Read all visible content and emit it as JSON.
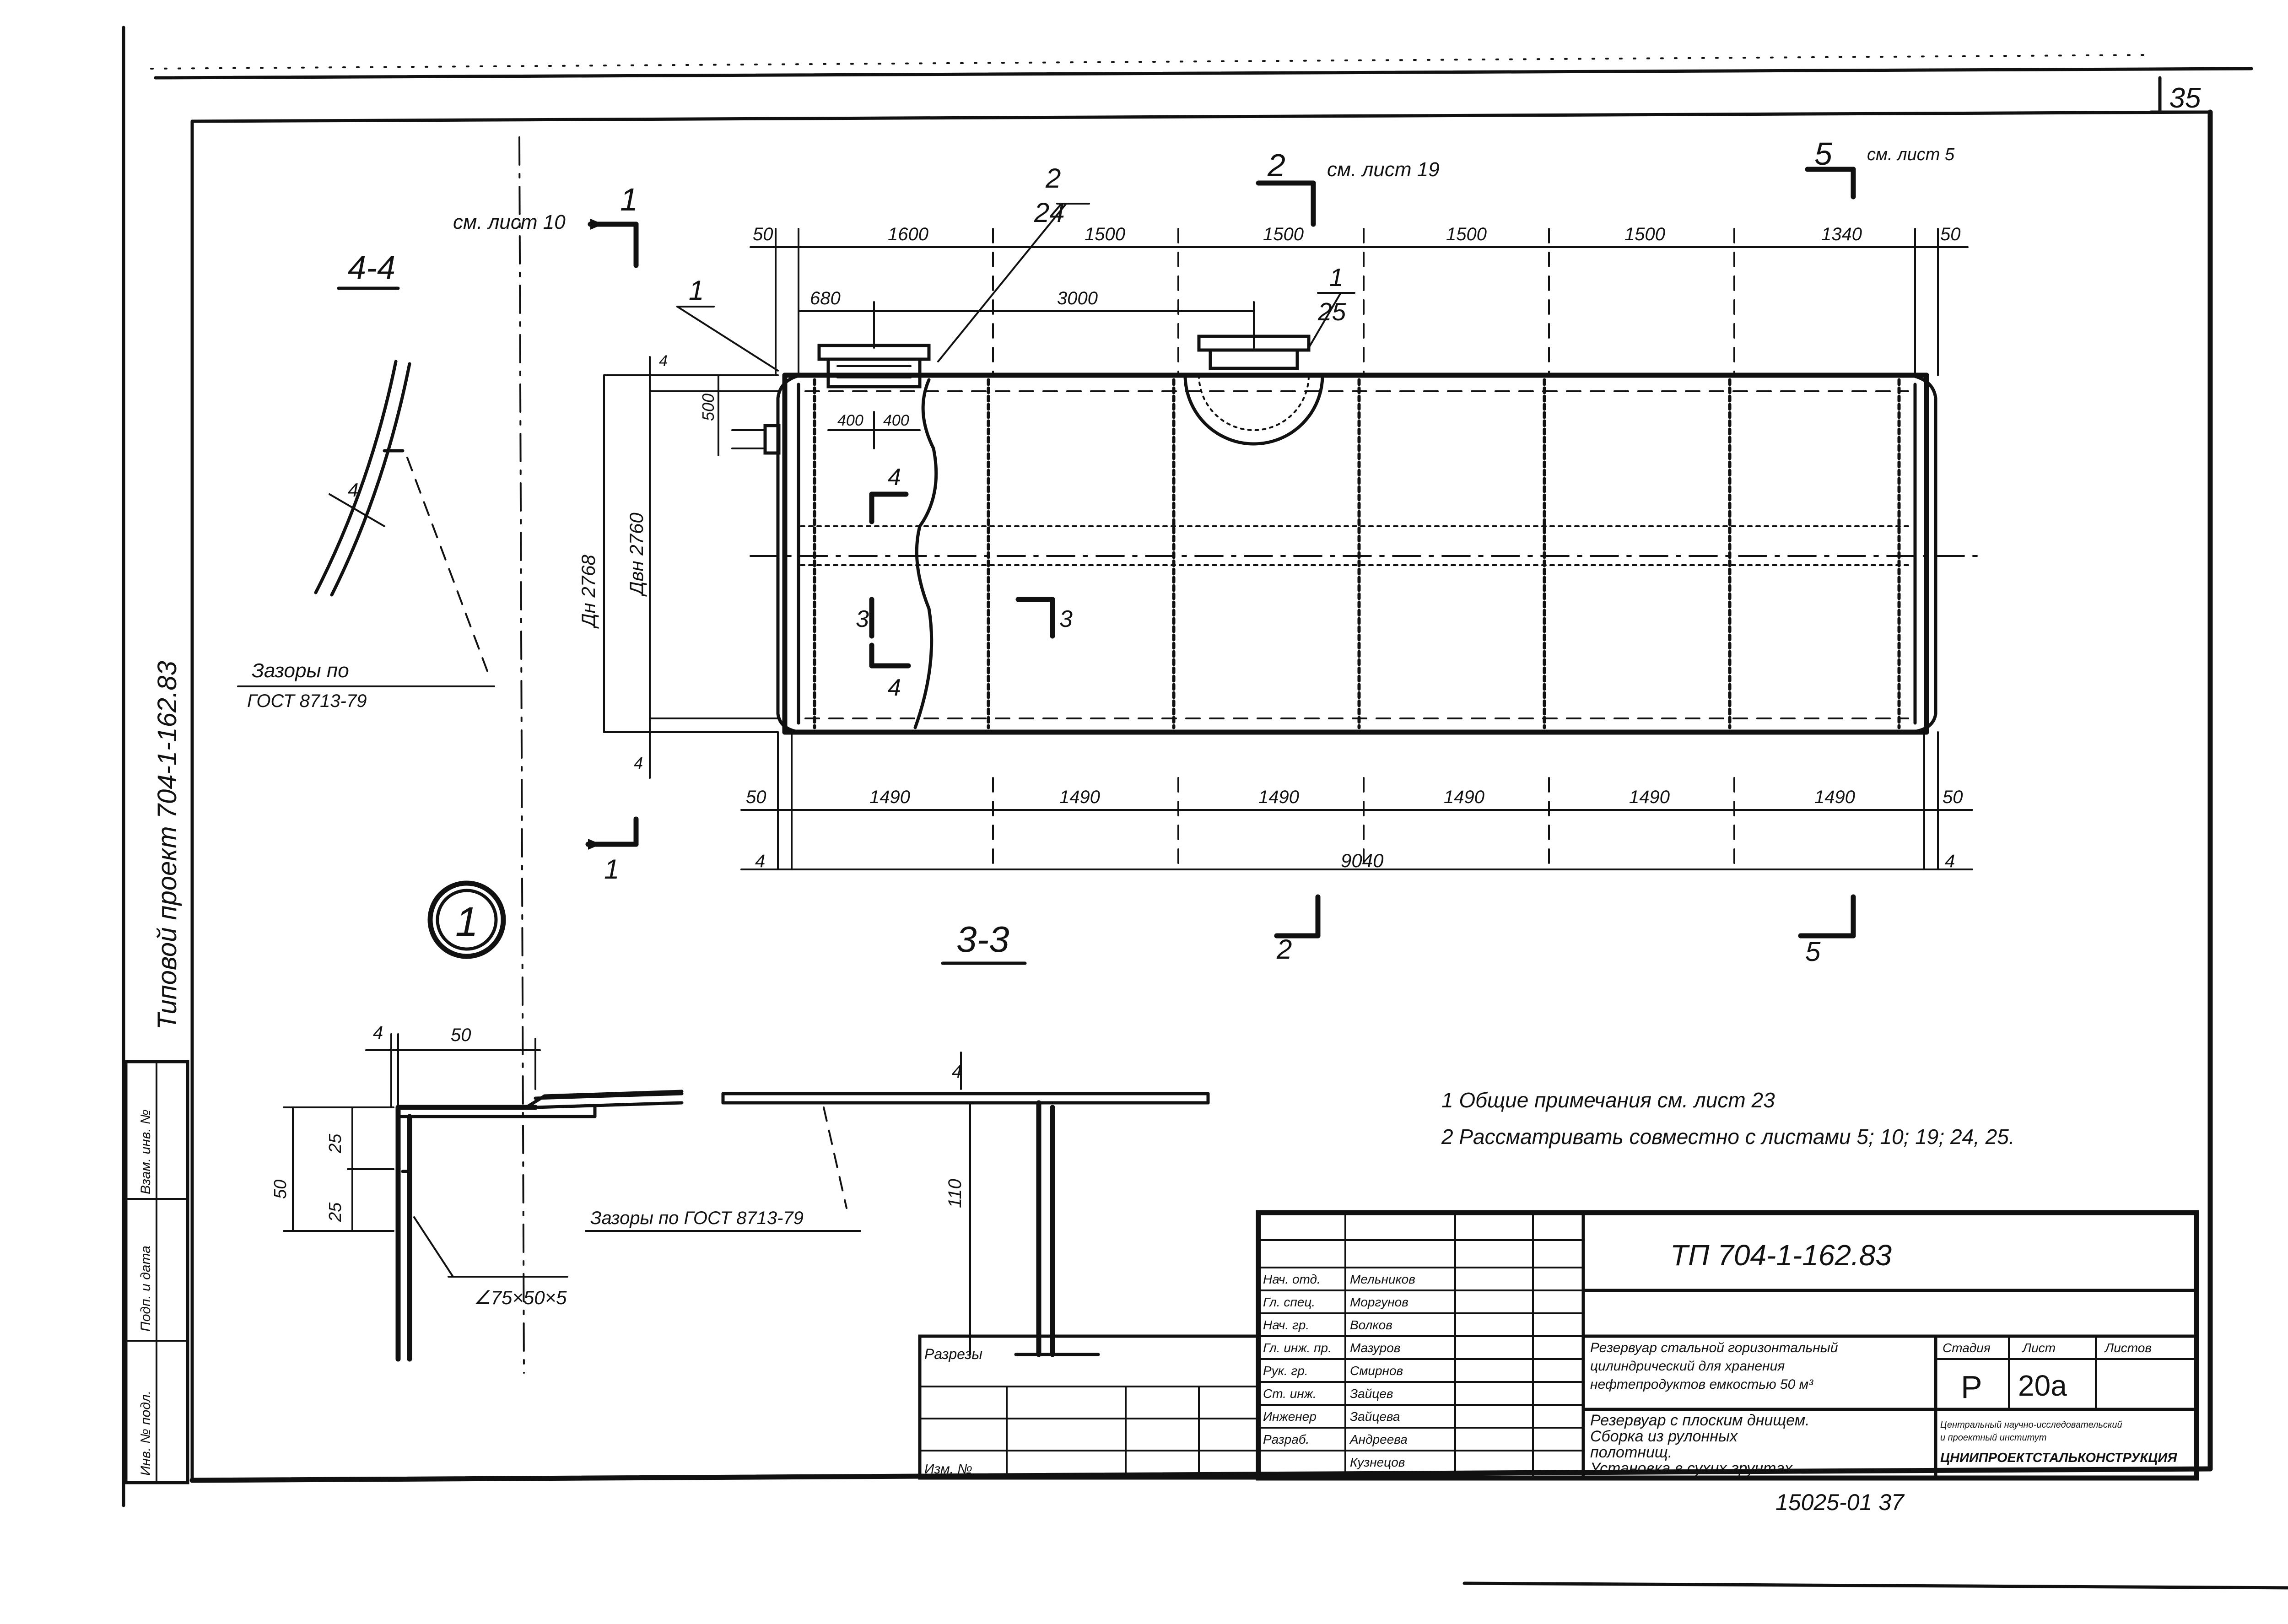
{
  "sheet": {
    "number": "35"
  },
  "refs": {
    "ref_1": {
      "mark": "1",
      "note": "см. лист 10"
    },
    "ref_2": {
      "mark": "2",
      "note": "см. лист 19"
    },
    "ref_5": {
      "mark": "5",
      "note": "см. лист 5"
    },
    "cut_1_bottom": "1",
    "cut_2_bottom": "2",
    "cut_5_bottom": "5"
  },
  "section_4_4": {
    "title": "4-4",
    "dim": "4",
    "gap_note_line1": "Зазоры по",
    "gap_note_line2": "ГОСТ 8713-79"
  },
  "main_view": {
    "title": "3-3",
    "top_dims": [
      "50",
      "1600",
      "1500",
      "1500",
      "1500",
      "1500",
      "1340",
      "50"
    ],
    "dim_680": "680",
    "dim_3000": "3000",
    "callout_2": "2",
    "callout_24": "24",
    "callout_1": "1",
    "callout_25_top": "1",
    "callout_25": "25",
    "dim_500": "500",
    "dim_400a": "400",
    "dim_400b": "400",
    "dim_4_top": "4",
    "dim_4_bottom": "4",
    "dia_outer": "Дн 2768",
    "dia_inner": "Двн 2760",
    "cut_4_upper": "4",
    "cut_4_lower": "4",
    "cut_3_left": "3",
    "cut_3_right": "3",
    "bottom_dims": [
      "50",
      "1490",
      "1490",
      "1490",
      "1490",
      "1490",
      "1490",
      "50"
    ],
    "overall_left": "4",
    "overall": "9040",
    "overall_right": "4"
  },
  "node_mark": "1",
  "node_detail": {
    "dim_4": "4",
    "dim_50_top": "50",
    "dim_25": "25",
    "dim_50_left": "50",
    "dim_25b": "25",
    "angle": "∠75×50×5",
    "gap_note": "Зазоры по ГОСТ 8713-79",
    "dim_4_right": "4",
    "dim_110": "110"
  },
  "notes": [
    "1  Общие примечания см. лист 23",
    "2  Рассматривать совместно с листами 5; 10; 19; 24, 25."
  ],
  "title_block": {
    "code": "ТП 704-1-162.83",
    "roles": [
      "Нач. отд.",
      "Гл. спец.",
      "Нач. гр.",
      "Гл. инж. пр.",
      "Рук. гр.",
      "Ст. инж.",
      "Инженер",
      "Разраб."
    ],
    "names": [
      "Мельников",
      "Моргунов",
      "Волков",
      "Мазуров",
      "Смирнов",
      "Зайцев",
      "Зайцева",
      "Андреева",
      "Кузнецов"
    ],
    "description": [
      "Резервуар стальной горизонтальный",
      "цилиндрический для хранения",
      "нефтепродуктов емкостью 50 м³"
    ],
    "sheet_desc": [
      "Резервуар с плоским днищем.",
      "Сборка из рулонных",
      "полотнищ.",
      "Установка в сухих грунтах."
    ],
    "stage_h": "Стадия",
    "sheet_h": "Лист",
    "sheets_h": "Листов",
    "stage": "Р",
    "sheet_no": "20а",
    "org_line1": "Центральный научно-исследовательский",
    "org_line2": "и проектный институт",
    "org": "ЦНИИПРОЕКТСТАЛЬКОНСТРУКЦИЯ",
    "left_block_label": "Разрезы",
    "left_block_foot": "Изм. №",
    "bottom_number": "15025-01   37"
  },
  "margin": {
    "vertical_text": "Типовой проект 704-1-162.83",
    "stamp_cells": [
      "Взам. инв. №",
      "Подп. и дата",
      "Инв. № подл."
    ]
  }
}
